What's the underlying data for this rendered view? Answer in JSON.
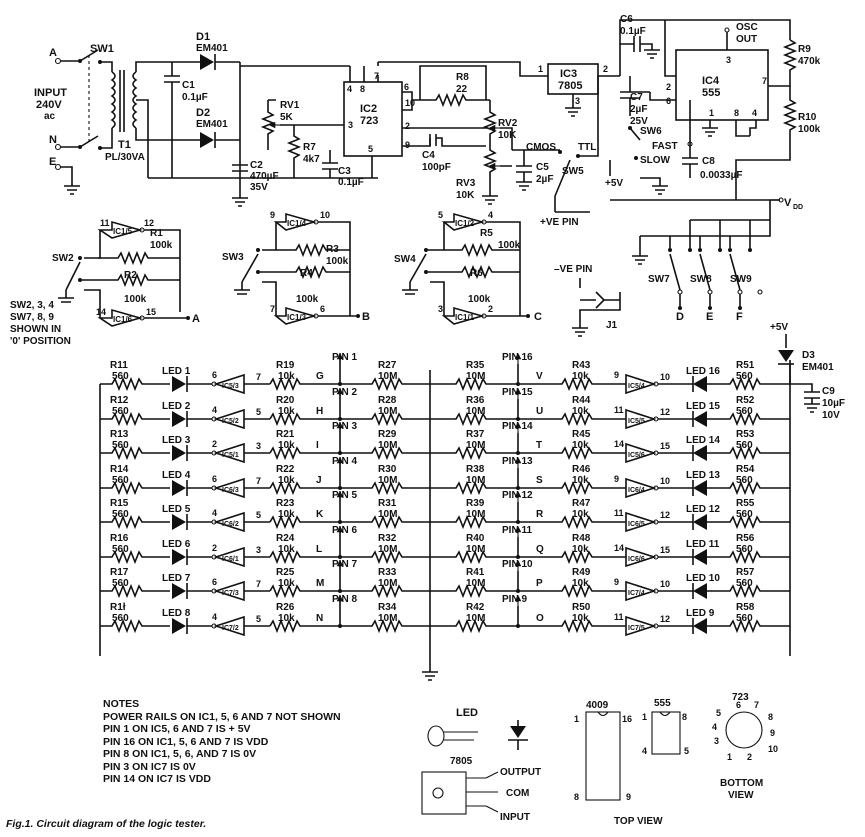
{
  "power": {
    "input_label_1": "INPUT",
    "input_label_2": "240V",
    "input_label_3": "ac",
    "terminal_a": "A",
    "terminal_n": "N",
    "terminal_e": "E",
    "sw1": "SW1",
    "t1": "T1",
    "t1_value": "PL/30VA",
    "d1": "D1",
    "d1_value": "EM401",
    "d2": "D2",
    "d2_value": "EM401",
    "c1": "C1",
    "c1_value": "0.1µF",
    "c2": "C2",
    "c2_value_1": "470µF",
    "c2_value_2": "35V",
    "rv1": "RV1",
    "rv1_value": "5K",
    "r7": "R7",
    "r7_value": "4k7",
    "c3": "C3",
    "c3_value": "0.1µF",
    "ic2": "IC2",
    "ic2_value": "723",
    "r8": "R8",
    "r8_value": "22",
    "c4": "C4",
    "c4_value": "100pF",
    "rv2": "RV2",
    "rv2_value": "10K",
    "rv3": "RV3",
    "rv3_value": "10K",
    "cmos": "CMOS",
    "ttl": "TTL",
    "c5": "C5",
    "c5_value": "2µF",
    "sw5": "SW5",
    "ve_pin": "+VE PIN",
    "neg_ve_pin": "–VE PIN",
    "j1": "J1",
    "ic3": "IC3",
    "ic3_value": "7805",
    "plus5v": "+5V",
    "c6": "C6",
    "c6_value": "0.1µF",
    "c7": "C7",
    "c7_value_1": "2µF",
    "c7_value_2": "25V",
    "sw6": "SW6",
    "fast": "FAST",
    "slow": "SLOW",
    "c8": "C8",
    "c8_value": "0.0033µF",
    "ic4": "IC4",
    "ic4_value": "555",
    "osc_1": "OSC",
    "osc_2": "OUT",
    "r9": "R9",
    "r9_value": "470k",
    "r10": "R10",
    "r10_value": "100k",
    "vdd": "V",
    "vdd_sub": "DD"
  },
  "switches": {
    "ic1_5": "IC1/5",
    "ic1_6": "IC1/6",
    "ic1_4": "IC1/4",
    "ic1_3": "IC1/3",
    "ic1_2": "IC1/2",
    "ic1_1": "IC1/1",
    "r1": "R1",
    "r1_value": "100k",
    "r2": "R2",
    "r2_value": "100k",
    "r3": "R3",
    "r3_value": "100k",
    "r4": "R4",
    "r4_value": "100k",
    "r5": "R5",
    "r5_value": "100k",
    "r6": "R6",
    "r6_value": "100k",
    "sw2": "SW2",
    "sw3": "SW3",
    "sw4": "SW4",
    "out_a": "A",
    "out_b": "B",
    "out_c": "C",
    "sw_note_1": "SW2, 3, 4",
    "sw_note_2": "SW7, 8, 9",
    "sw_note_3": "SHOWN IN",
    "sw_note_4": "'0' POSITION",
    "sw7": "SW7",
    "sw8": "SW8",
    "sw9": "SW9",
    "out_d": "D",
    "out_e": "E",
    "out_f": "F"
  },
  "left_rows": [
    {
      "r": "R11",
      "rv": "560",
      "led": "LED 1",
      "pi": "6",
      "ic": "IC5/3",
      "po": "7",
      "rr": "R19",
      "rrv": "10k",
      "node": "G",
      "pin": "PIN 1",
      "rm": "R27",
      "rmv": "10M"
    },
    {
      "r": "R12",
      "rv": "560",
      "led": "LED 2",
      "pi": "4",
      "ic": "IC5/2",
      "po": "5",
      "rr": "R20",
      "rrv": "10k",
      "node": "H",
      "pin": "PIN 2",
      "rm": "R28",
      "rmv": "10M"
    },
    {
      "r": "R13",
      "rv": "560",
      "led": "LED 3",
      "pi": "2",
      "ic": "IC5/1",
      "po": "3",
      "rr": "R21",
      "rrv": "10k",
      "node": "I",
      "pin": "PIN 3",
      "rm": "R29",
      "rmv": "10M"
    },
    {
      "r": "R14",
      "rv": "560",
      "led": "LED 4",
      "pi": "6",
      "ic": "IC6/3",
      "po": "7",
      "rr": "R22",
      "rrv": "10k",
      "node": "J",
      "pin": "PIN 4",
      "rm": "R30",
      "rmv": "10M"
    },
    {
      "r": "R15",
      "rv": "560",
      "led": "LED 5",
      "pi": "4",
      "ic": "IC6/2",
      "po": "5",
      "rr": "R23",
      "rrv": "10k",
      "node": "K",
      "pin": "PIN 5",
      "rm": "R31",
      "rmv": "10M"
    },
    {
      "r": "R16",
      "rv": "560",
      "led": "LED 6",
      "pi": "2",
      "ic": "IC6/1",
      "po": "3",
      "rr": "R24",
      "rrv": "10k",
      "node": "L",
      "pin": "PIN 6",
      "rm": "R32",
      "rmv": "10M"
    },
    {
      "r": "R17",
      "rv": "560",
      "led": "LED 7",
      "pi": "6",
      "ic": "IC7/3",
      "po": "7",
      "rr": "R25",
      "rrv": "10k",
      "node": "M",
      "pin": "PIN 7",
      "rm": "R33",
      "rmv": "10M"
    },
    {
      "r": "R1ł",
      "rv": "560",
      "led": "LED 8",
      "pi": "4",
      "ic": "IC7/2",
      "po": "5",
      "rr": "R26",
      "rrv": "10k",
      "node": "N",
      "pin": "PIN 8",
      "rm": "R34",
      "rmv": "10M"
    }
  ],
  "right_rows": [
    {
      "rm": "R35",
      "rmv": "10M",
      "pin": "PIN 16",
      "node": "V",
      "rr": "R43",
      "rrv": "10k",
      "pi": "9",
      "ic": "IC5/4",
      "po": "10",
      "led": "LED 16",
      "r": "R51",
      "rv": "560"
    },
    {
      "rm": "R36",
      "rmv": "10M",
      "pin": "PIN 15",
      "node": "U",
      "rr": "R44",
      "rrv": "10k",
      "pi": "11",
      "ic": "IC5/5",
      "po": "12",
      "led": "LED 15",
      "r": "R52",
      "rv": "560"
    },
    {
      "rm": "R37",
      "rmv": "10M",
      "pin": "PIN 14",
      "node": "T",
      "rr": "R45",
      "rrv": "10k",
      "pi": "14",
      "ic": "IC5/6",
      "po": "15",
      "led": "LED 14",
      "r": "R53",
      "rv": "560"
    },
    {
      "rm": "R38",
      "rmv": "10M",
      "pin": "PIN 13",
      "node": "S",
      "rr": "R46",
      "rrv": "10k",
      "pi": "9",
      "ic": "IC6/4",
      "po": "10",
      "led": "LED 13",
      "r": "R54",
      "rv": "560"
    },
    {
      "rm": "R39",
      "rmv": "10M",
      "pin": "PIN 12",
      "node": "R",
      "rr": "R47",
      "rrv": "10k",
      "pi": "11",
      "ic": "IC6/5",
      "po": "12",
      "led": "LED 12",
      "r": "R55",
      "rv": "560"
    },
    {
      "rm": "R40",
      "rmv": "10M",
      "pin": "PIN 11",
      "node": "Q",
      "rr": "R48",
      "rrv": "10k",
      "pi": "14",
      "ic": "IC6/6",
      "po": "15",
      "led": "LED 11",
      "r": "R56",
      "rv": "560"
    },
    {
      "rm": "R41",
      "rmv": "10M",
      "pin": "PIN 10",
      "node": "P",
      "rr": "R49",
      "rrv": "10k",
      "pi": "9",
      "ic": "IC7/4",
      "po": "10",
      "led": "LED 10",
      "r": "R57",
      "rv": "560"
    },
    {
      "rm": "R42",
      "rmv": "10M",
      "pin": "PIN 9",
      "node": "O",
      "rr": "R50",
      "rrv": "10k",
      "pi": "11",
      "ic": "IC7/5",
      "po": "12",
      "led": "LED 9",
      "r": "R58",
      "rv": "560"
    }
  ],
  "supply": {
    "plus5v": "+5V",
    "d3": "D3",
    "d3_value": "EM401",
    "c9": "C9",
    "c9_value_1": "10µF",
    "c9_value_2": "10V"
  },
  "notes": [
    "NOTES",
    "POWER RAILS ON IC1, 5, 6 AND 7 NOT SHOWN",
    "PIN 1 ON IC5, 6 AND 7  IS + 5V",
    "PIN 16 ON IC1, 5, 6 AND 7  IS VDD",
    "PIN 8 ON IC1, 5, 6, AND 7 IS 0V",
    "PIN 3 ON IC7 IS 0V",
    "PIN 14 ON IC7 IS VDD"
  ],
  "pinouts": {
    "led": "LED",
    "reg": "7805",
    "output": "OUTPUT",
    "com": "COM",
    "input": "INPUT",
    "ic4009": "4009",
    "ic555": "555",
    "ic723": "723",
    "top_view": "TOP VIEW",
    "bottom": "BOTTOM",
    "view": "VIEW",
    "p1": "1",
    "p16": "16",
    "p8": "8",
    "p9": "9",
    "q1": "1",
    "q8": "8",
    "q4": "4",
    "q5": "5",
    "t1": "1",
    "t2": "2",
    "t3": "3",
    "t4": "4",
    "t5": "5",
    "t6": "6",
    "t7": "7",
    "t8": "8",
    "t9": "9",
    "t10": "10"
  },
  "caption": "Fig.1. Circuit diagram of the logic tester."
}
